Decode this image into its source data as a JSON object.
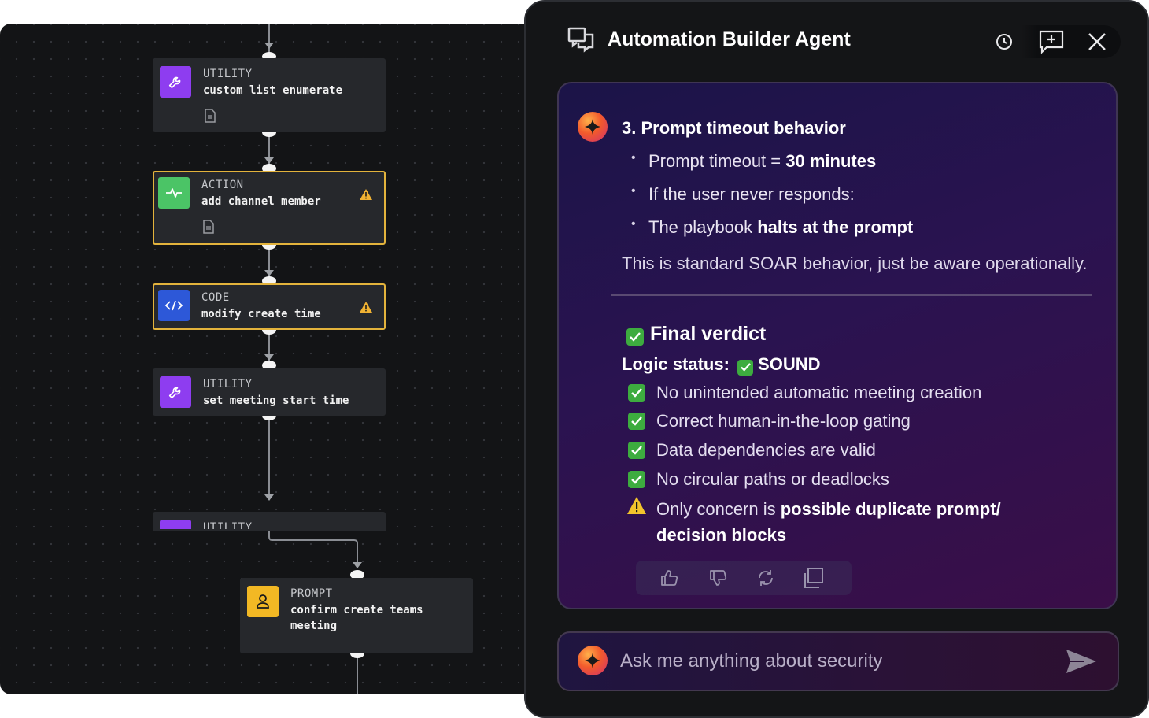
{
  "canvas": {
    "nodes": [
      {
        "type": "UTILITY",
        "name": "custom list enumerate",
        "icon": "wrench-icon",
        "color": "#8e3df0",
        "warning": false
      },
      {
        "type": "ACTION",
        "name": "add channel member",
        "icon": "pulse-icon",
        "color": "#4bc466",
        "warning": true
      },
      {
        "type": "CODE",
        "name": "modify create time",
        "icon": "code-icon",
        "color": "#2d58d8",
        "warning": true
      },
      {
        "type": "UTILITY",
        "name": "set meeting start time",
        "icon": "wrench-icon",
        "color": "#8e3df0",
        "warning": false
      },
      {
        "type": "UTILITY",
        "name": "",
        "icon": "wrench-icon",
        "color": "#8e3df0",
        "warning": false
      },
      {
        "type": "PROMPT",
        "name": "confirm create teams meeting",
        "icon": "person-icon",
        "color": "#f2b824",
        "warning": false
      }
    ]
  },
  "panel": {
    "title": "Automation Builder Agent",
    "message": {
      "heading": "3. Prompt timeout behavior",
      "bullet1_prefix": "Prompt timeout = ",
      "bullet1_bold": "30 minutes",
      "bullet2": "If the user never responds:",
      "bullet3_prefix": "The playbook ",
      "bullet3_bold": "halts at the prompt",
      "paragraph": "This is standard SOAR behavior, just be aware operationally.",
      "verdict_title": "Final verdict",
      "logic_label": "Logic status:",
      "logic_value": "SOUND",
      "checks": [
        "No unintended automatic meeting creation",
        "Correct human-in-the-loop gating",
        "Data dependencies are valid",
        "No circular paths or deadlocks"
      ],
      "concern_prefix": "Only concern is ",
      "concern_bold": "possible duplicate prompt/ decision blocks"
    },
    "composer": {
      "placeholder": "Ask me anything about security"
    }
  },
  "colors": {
    "accent_check": "#3dac3f",
    "warning": "#e3b33c",
    "panel_bg": "#141517"
  }
}
